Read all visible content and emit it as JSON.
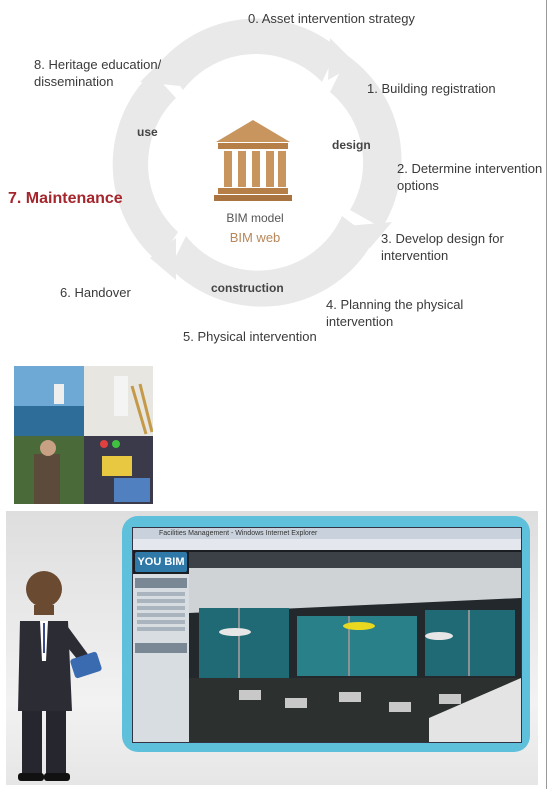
{
  "cycle": {
    "steps": [
      "0. Asset intervention strategy",
      "1. Building registration",
      "2. Determine intervention options",
      "3. Develop design for intervention",
      "4. Planning the physical intervention",
      "5. Physical intervention",
      "6. Handover",
      "7. Maintenance",
      "8. Heritage education/ dissemination"
    ],
    "stages": [
      "use",
      "design",
      "construction"
    ],
    "center": {
      "line1": "BIM model",
      "line2": "BIM web"
    }
  },
  "app": {
    "window_title": "Facilities Management - Windows Internet Explorer",
    "logo": "YOU BIM"
  },
  "colors": {
    "ring": "#eaeaea",
    "accent": "#a5262d",
    "bim_web": "#b8875a",
    "temple": "#c8955e",
    "monitor_frame": "#5fc0dc"
  }
}
